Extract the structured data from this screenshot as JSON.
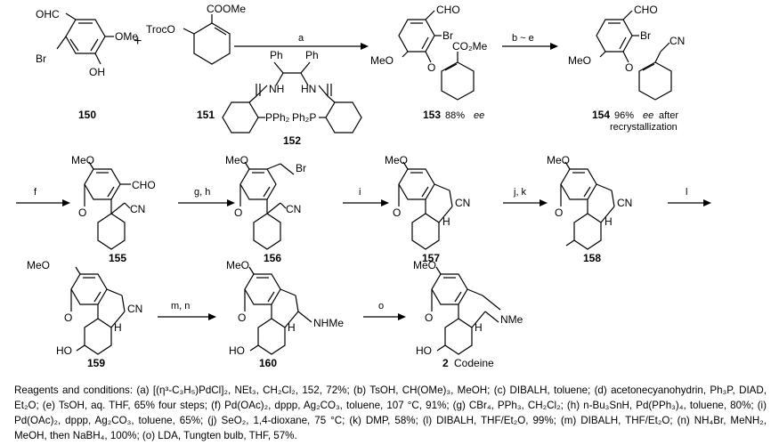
{
  "compounds": [
    {
      "id": "150",
      "label": "150",
      "groups": {
        "cho": "OHC",
        "br": "Br",
        "ome": "OMe",
        "oh": "OH"
      }
    },
    {
      "id": "151",
      "label": "151",
      "groups": {
        "troco": "TrocO",
        "cooMe": "COOMe"
      }
    },
    {
      "id": "152",
      "label": "152",
      "groups": {
        "ph1": "Ph",
        "ph2": "Ph",
        "nh1": "NH",
        "nh2": "HN",
        "p1": "PPh₂",
        "p2": "Ph₂P"
      }
    },
    {
      "id": "153",
      "label": "153",
      "note": "88% ee",
      "groups": {
        "cho": "CHO",
        "br": "Br",
        "meo": "MeO",
        "co2me": "CO₂Me",
        "o": "O"
      }
    },
    {
      "id": "154",
      "label": "154",
      "note": "96% ee after recrystallization",
      "groups": {
        "cho": "CHO",
        "br": "Br",
        "meo": "MeO",
        "cn": "CN",
        "o": "O"
      }
    },
    {
      "id": "155",
      "label": "155",
      "groups": {
        "meo": "MeO",
        "cho": "CHO",
        "cn": "CN",
        "o": "O"
      }
    },
    {
      "id": "156",
      "label": "156",
      "groups": {
        "meo": "MeO",
        "br": "Br",
        "cn": "CN",
        "o": "O"
      }
    },
    {
      "id": "157",
      "label": "157",
      "groups": {
        "meo": "MeO",
        "cn": "CN",
        "o": "O",
        "h": "H"
      }
    },
    {
      "id": "158",
      "label": "158",
      "groups": {
        "meo": "MeO",
        "cn": "CN",
        "o": "O",
        "h": "H"
      }
    },
    {
      "id": "159",
      "label": "159",
      "groups": {
        "meo": "MeO",
        "cn": "CN",
        "o": "O",
        "ho": "HO",
        "h": "H"
      }
    },
    {
      "id": "160",
      "label": "160",
      "groups": {
        "meo": "MeO",
        "nhme": "NHMe",
        "o": "O",
        "ho": "HO",
        "h": "H"
      }
    },
    {
      "id": "2",
      "label": "2",
      "name": "Codeine",
      "groups": {
        "meo": "MeO",
        "nme": "NMe",
        "o": "O",
        "ho": "HO",
        "h": "H"
      }
    }
  ],
  "arrows": [
    {
      "id": "a",
      "label": "a"
    },
    {
      "id": "be",
      "label": "b ~ e"
    },
    {
      "id": "f",
      "label": "f"
    },
    {
      "id": "gh",
      "label": "g, h"
    },
    {
      "id": "i",
      "label": "i"
    },
    {
      "id": "jk",
      "label": "j, k"
    },
    {
      "id": "l",
      "label": "l"
    },
    {
      "id": "mn",
      "label": "m, n"
    },
    {
      "id": "o",
      "label": "o"
    }
  ],
  "plus": "+",
  "note_153_pct": "88%",
  "note_153_ee": "ee",
  "note_154_pct": "96%",
  "note_154_ee": "ee",
  "note_154_after": "after",
  "note_154_line2": "recrystallization",
  "reagents": {
    "text": "Reagents and conditions: (a) [(η³-C₃H₅)PdCl]₂, NEt₃, CH₂Cl₂, 152, 72%; (b) TsOH, CH(OMe)₃, MeOH; (c) DIBALH, toluene; (d) acetonecyanohydrin, Ph₃P, DIAD, Et₂O; (e) TsOH, aq. THF, 65% four steps; (f) Pd(OAc)₂, dppp, Ag₂CO₃, toluene, 107 °C, 91%; (g) CBr₄, PPh₃, CH₂Cl₂; (h) n-Bu₃SnH, Pd(PPh₃)₄, toluene, 80%; (i) Pd(OAc)₂, dppp, Ag₂CO₃, toluene, 65%; (j) SeO₂, 1,4-dioxane, 75 °C; (k) DMP, 58%; (l) DIBALH, THF/Et₂O, 99%; (m) DIBALH, THF/Et₂O; (n) NH₄Br, MeNH₂, MeOH, then NaBH₄, 100%; (o) LDA, Tungten bulb, THF, 57%."
  }
}
